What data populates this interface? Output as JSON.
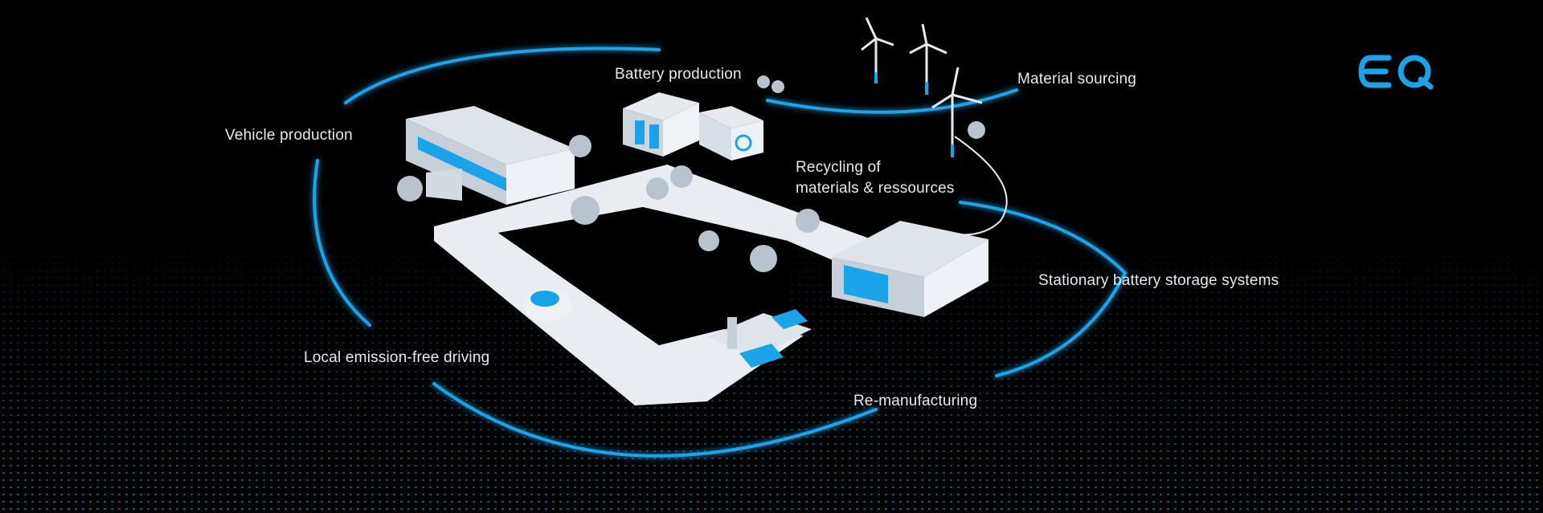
{
  "brand": {
    "logo_text": "EQ",
    "accent": "#1aa3e8"
  },
  "labels": {
    "battery_production": "Battery production",
    "material_sourcing": "Material sourcing",
    "vehicle_production": "Vehicle production",
    "recycling_line1": "Recycling of",
    "recycling_line2": "materials & ressources",
    "stationary_storage": "Stationary battery storage systems",
    "local_driving": "Local emission-free driving",
    "remanufacturing": "Re-manufacturing"
  },
  "colors": {
    "background": "#000000",
    "accent_blue": "#1aa3e8",
    "building": "#e9edf2",
    "text": "#e6e9ee"
  }
}
